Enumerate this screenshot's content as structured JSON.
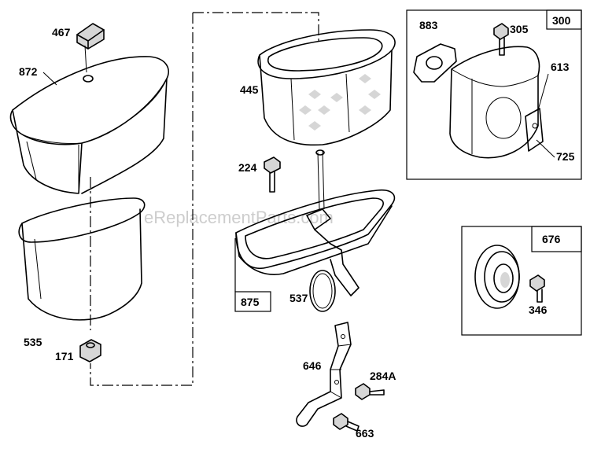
{
  "parts": {
    "p467": "467",
    "p872": "872",
    "p445": "445",
    "p224": "224",
    "p535": "535",
    "p171": "171",
    "p875": "875",
    "p537": "537",
    "p646": "646",
    "p284a": "284A",
    "p663": "663",
    "p883": "883",
    "p305": "305",
    "p300": "300",
    "p613": "613",
    "p725": "725",
    "p676": "676",
    "p346": "346"
  },
  "watermark": "eReplacementParts.com"
}
